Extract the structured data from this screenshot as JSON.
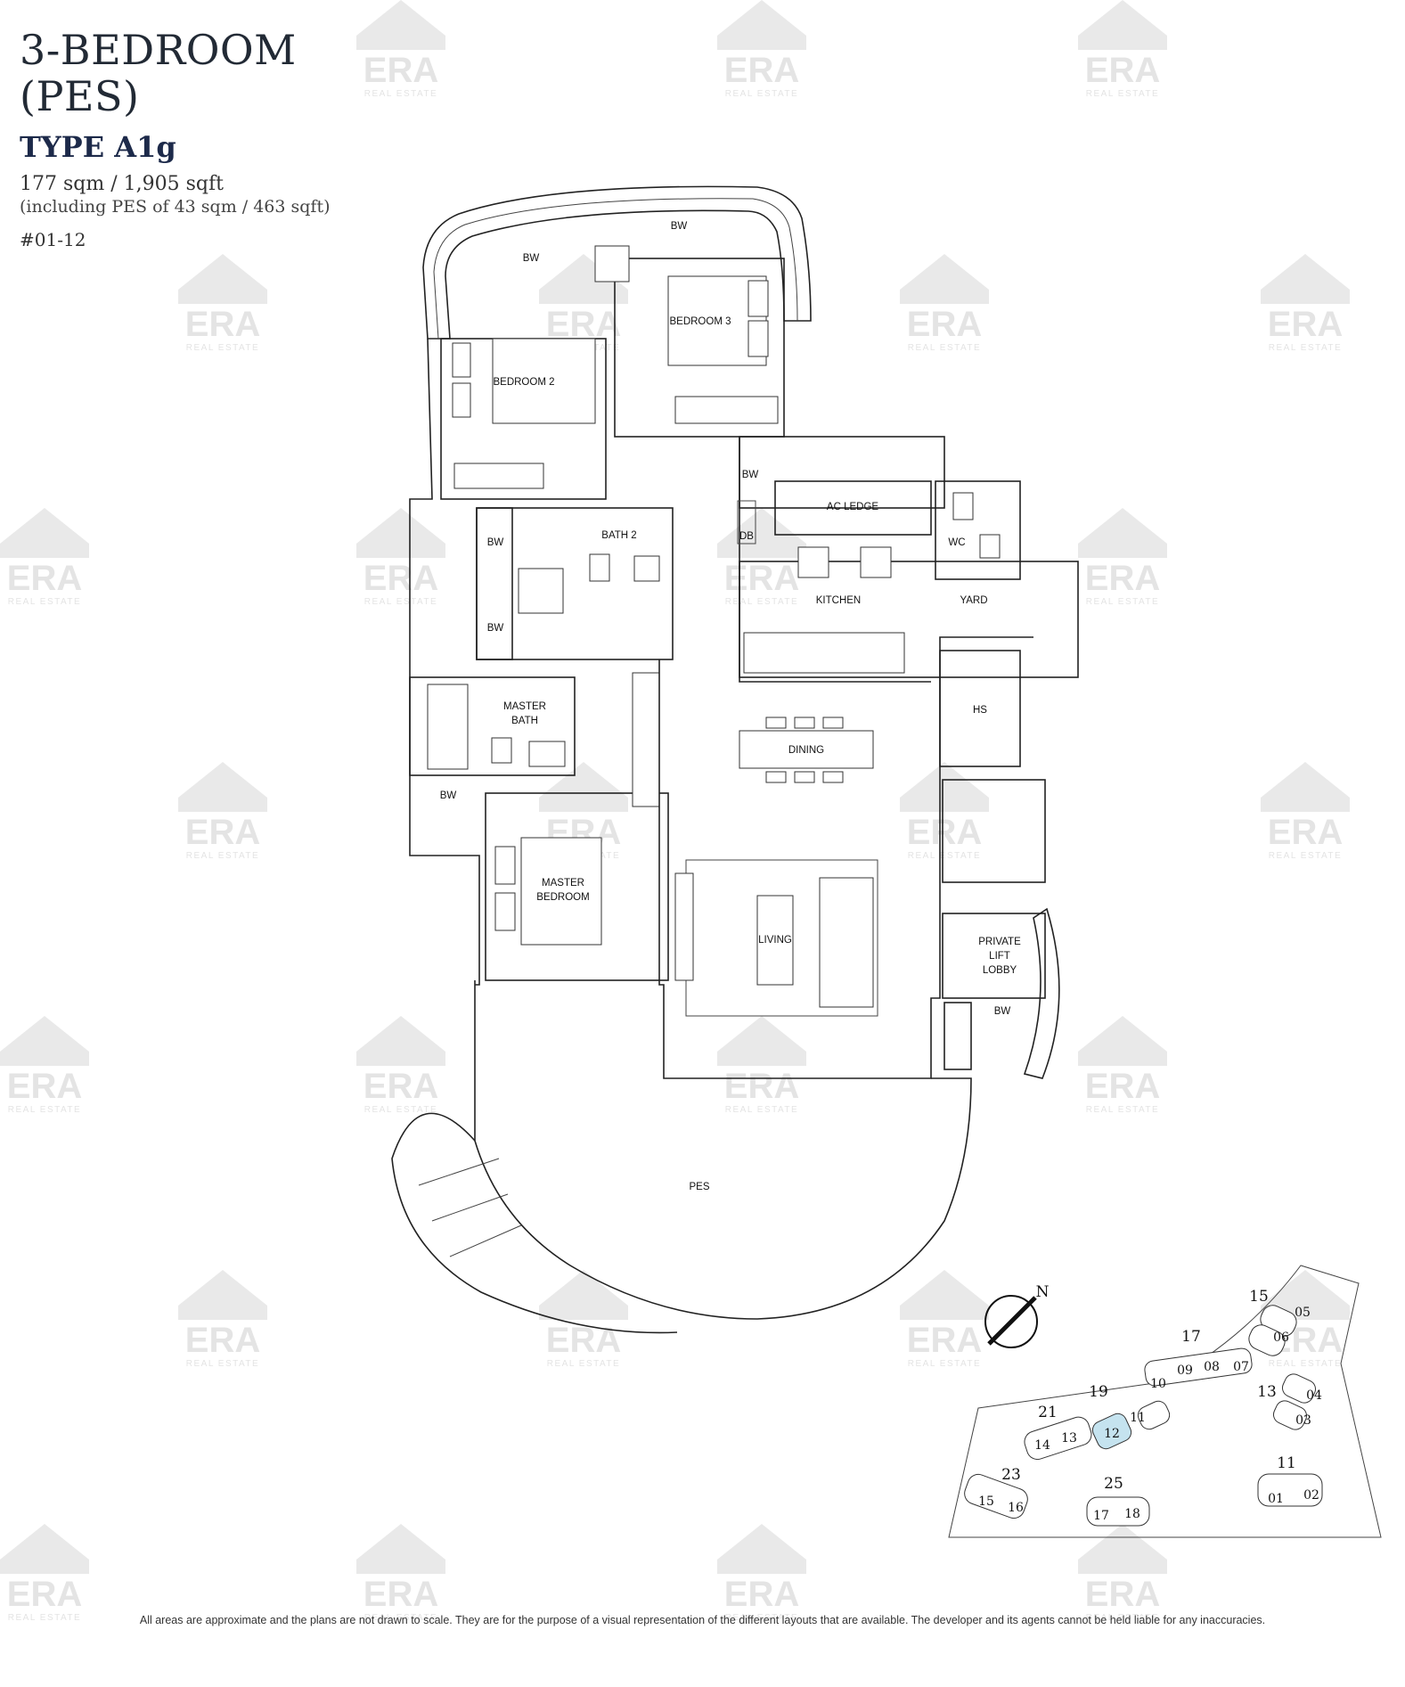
{
  "header": {
    "title_line1": "3-BEDROOM",
    "title_line2": "(PES)",
    "type": "TYPE A1g",
    "area": "177 sqm / 1,905 sqft",
    "pes_area": "(including PES of 43 sqm / 463 sqft)",
    "unit": "#01-12"
  },
  "watermark": {
    "brand": "ERA",
    "subtitle": "REAL ESTATE"
  },
  "rooms": {
    "bedroom2": "BEDROOM 2",
    "bedroom3": "BEDROOM 3",
    "bw": "BW",
    "ac_ledge": "AC LEDGE",
    "db": "DB",
    "wc": "WC",
    "bath2": "BATH 2",
    "kitchen": "KITCHEN",
    "yard": "YARD",
    "master_bath_1": "MASTER",
    "master_bath_2": "BATH",
    "hs": "HS",
    "dining": "DINING",
    "master_bedroom_1": "MASTER",
    "master_bedroom_2": "BEDROOM",
    "living": "LIVING",
    "lobby_1": "PRIVATE",
    "lobby_2": "LIFT",
    "lobby_3": "LOBBY",
    "pes": "PES"
  },
  "compass": {
    "north": "N"
  },
  "keyplan": {
    "blocks": [
      "15",
      "17",
      "19",
      "13",
      "21",
      "23",
      "25",
      "11"
    ],
    "units": [
      "05",
      "06",
      "07",
      "08",
      "09",
      "10",
      "11",
      "12",
      "04",
      "03",
      "13",
      "14",
      "15",
      "16",
      "17",
      "18",
      "01",
      "02"
    ],
    "highlight_unit": "12",
    "highlight_color": "#c5e3ef"
  },
  "disclaimer": "All areas are approximate and the plans are not drawn to scale. They are for the purpose of a visual representation of the different layouts that are available. The developer and its agents cannot be held liable for any inaccuracies."
}
